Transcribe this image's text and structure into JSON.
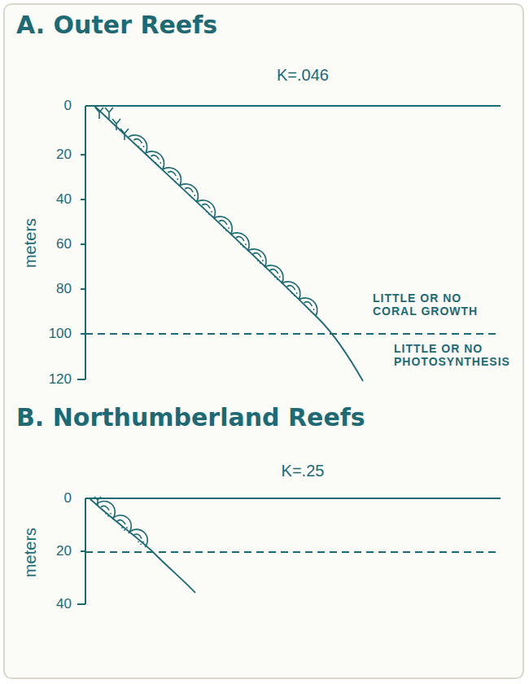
{
  "diagram": {
    "labels": [
      "A. Outer Reefs",
      "K=.046",
      "0",
      "20",
      "40",
      "60",
      "80",
      "100",
      "120",
      "meters",
      "LITTLE OR NO CORAL GROWTH",
      "LITTLE OR NO PHOTOSYNTHESIS",
      "B. Northumberland Reefs",
      "K=.25",
      "0",
      "20",
      "40",
      "meters"
    ]
  }
}
